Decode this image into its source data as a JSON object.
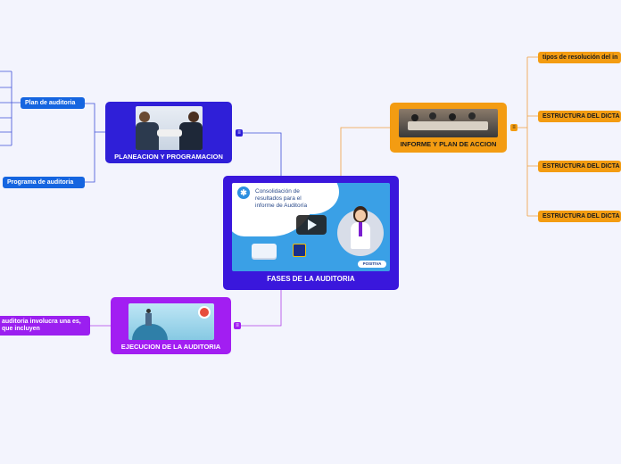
{
  "central": {
    "label": "FASES DE LA AUDITORIA",
    "video": {
      "text": "Consolidación de resultados para el informe de Auditoría",
      "brand": "POSITIVA",
      "play_icon": "play-icon"
    }
  },
  "left_top": {
    "label": "PLANEACION Y PROGRAMACION",
    "children": [
      "Plan de auditoria",
      "Programa de auditoria"
    ]
  },
  "left_bottom": {
    "label": "EJECUCION DE LA AUDITORIA",
    "children": [
      "auditoria involucra una es, que incluyen"
    ]
  },
  "right_top": {
    "label": "INFORME Y PLAN DE ACCION",
    "children": [
      "tipos de resolución del in",
      "ESTRUCTURA DEL DICTA",
      "ESTRUCTURA DEL DICTA",
      "ESTRUCTURA DEL DICTA"
    ]
  },
  "colors": {
    "central": "#3a17dc",
    "left_top": "#2f1fd8",
    "left_bottom": "#a21ef2",
    "right_top": "#f39c12",
    "blue_line": "#3f51d8",
    "orange_line": "#f0a040",
    "purple_line": "#b040e8",
    "background": "#f3f4fd"
  },
  "toggle_icon": "menu-icon"
}
